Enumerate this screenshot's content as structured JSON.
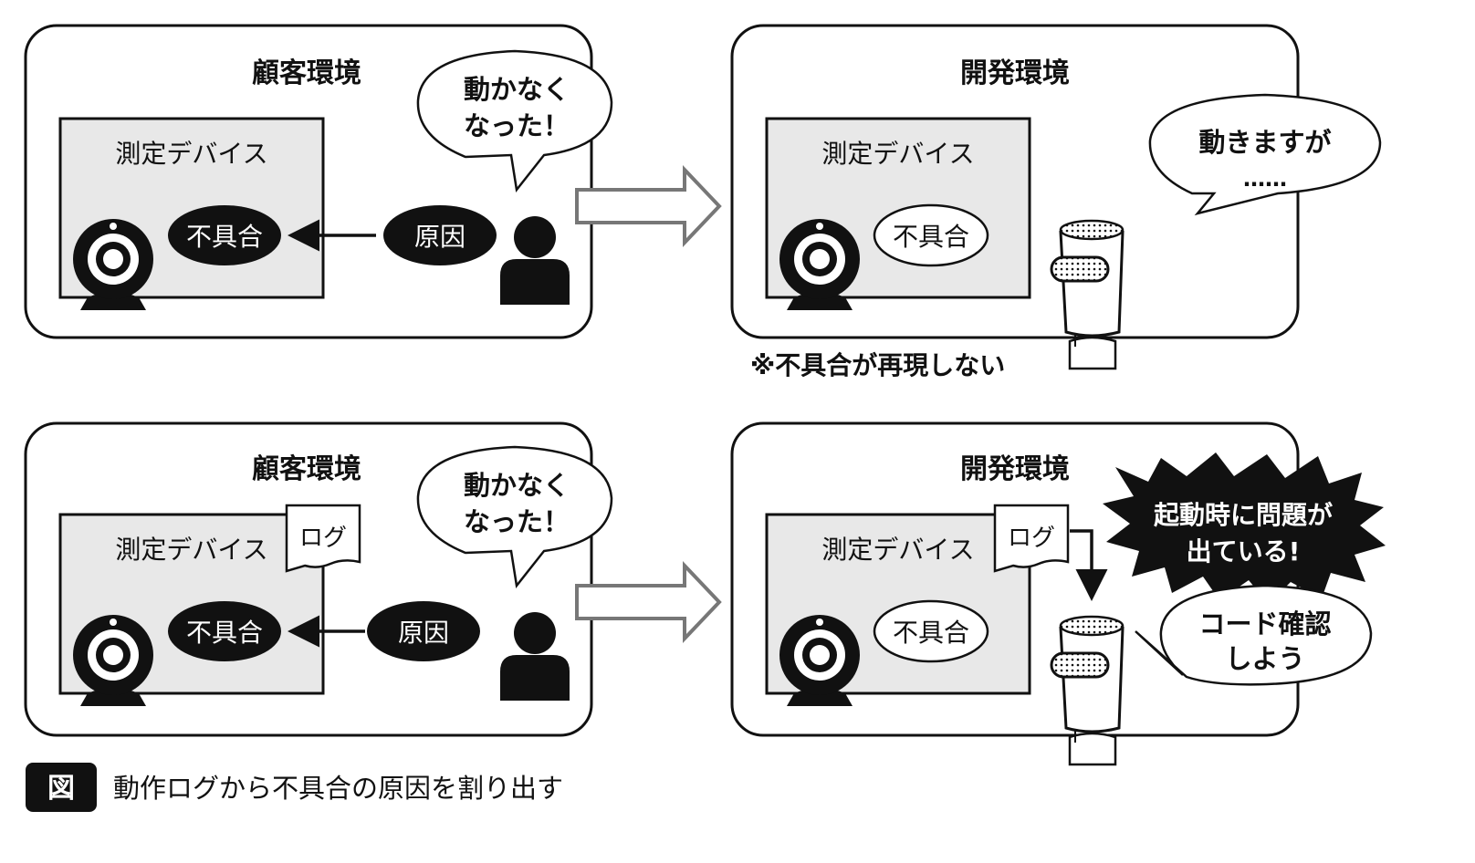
{
  "top_row": {
    "customer_env": {
      "title": "顧客環境",
      "device_label": "測定デバイス",
      "defect_label": "不具合",
      "cause_label": "原因",
      "speech_line1": "動かなく",
      "speech_line2": "なった！"
    },
    "dev_env": {
      "title": "開発環境",
      "device_label": "測定デバイス",
      "defect_label": "不具合",
      "speech_line1": "動きますが",
      "speech_line2": "……"
    },
    "note": "※不具合が再現しない"
  },
  "bottom_row": {
    "customer_env": {
      "title": "顧客環境",
      "device_label": "測定デバイス",
      "log_label": "ログ",
      "defect_label": "不具合",
      "cause_label": "原因",
      "speech_line1": "動かなく",
      "speech_line2": "なった！"
    },
    "dev_env": {
      "title": "開発環境",
      "device_label": "測定デバイス",
      "log_label": "ログ",
      "defect_label": "不具合",
      "burst_line1": "起動時に問題が",
      "burst_line2": "出ている!",
      "speech_line1": "コード確認",
      "speech_line2": "しよう"
    }
  },
  "caption": {
    "badge": "図",
    "text": "動作ログから不具合の原因を割り出す"
  },
  "icons": [
    "webcam-icon",
    "person-icon",
    "engineer-icon",
    "hollow-arrow-icon",
    "document-icon"
  ],
  "colors": {
    "ink": "#111111",
    "device_fill": "#e8e8e8",
    "arrow_stroke": "#777777"
  }
}
